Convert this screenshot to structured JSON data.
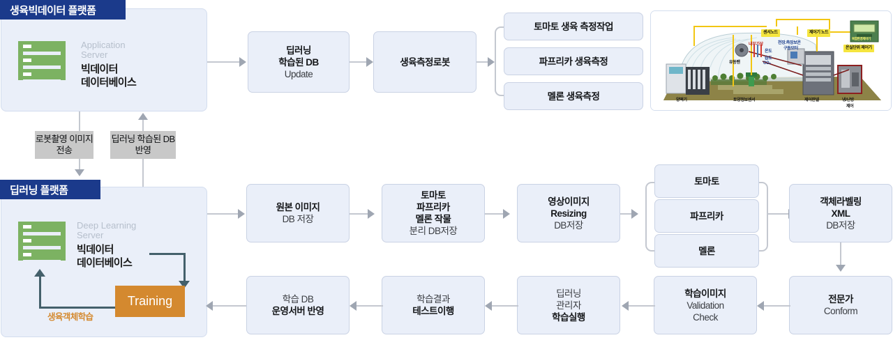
{
  "diagram": {
    "title_hidden": "",
    "platforms": [
      {
        "name": "growth-bigdata-platform",
        "title": "생육빅데이터 플랫폼",
        "server": {
          "sub_line1": "Application",
          "sub_line2": "Server",
          "main_line1": "빅데이터",
          "main_line2": "데이터베이스"
        }
      },
      {
        "name": "deep-learning-platform",
        "title": "딥러닝 플랫폼",
        "server": {
          "sub_line1": "Deep Learning",
          "sub_line2": "Server",
          "main_line1": "빅데이터",
          "main_line2": "데이터베이스"
        },
        "training_label": "Training",
        "training_arrow_label": "생육객체학습"
      }
    ],
    "bridge_chips": [
      {
        "name": "robot-capture-image-transfer",
        "line1": "로봇촬영",
        "line2": "이미지전송"
      },
      {
        "name": "deeplearning-trained-db-apply",
        "line1": "딥러닝 학습된",
        "line2": "DB반영"
      }
    ],
    "top_flow": [
      {
        "name": "deeplearning-trained-db-update",
        "lines": [
          {
            "text": "딥러닝",
            "bold": true
          },
          {
            "text": "학습된 DB",
            "bold": true
          },
          {
            "text": "Update",
            "bold": false
          }
        ]
      },
      {
        "name": "growth-measurement-robot",
        "lines": [
          {
            "text": "생육측정로봇",
            "bold": true
          }
        ]
      }
    ],
    "top_measure_group": [
      {
        "name": "tomato-growth-measure-task",
        "label": "토마토 생육 측정작업"
      },
      {
        "name": "paprika-growth-measure",
        "label": "파프리카 생육측정"
      },
      {
        "name": "melon-growth-measure",
        "label": "멜론 생육측정"
      }
    ],
    "mid_flow": [
      {
        "name": "original-image-db-store",
        "lines": [
          {
            "text": "원본 이미지",
            "bold": true
          },
          {
            "text": "DB 저장",
            "bold": false
          }
        ]
      },
      {
        "name": "crop-split-db-store",
        "lines": [
          {
            "text": "토마토",
            "bold": true
          },
          {
            "text": "파프리카",
            "bold": true
          },
          {
            "text": "멜론 작물",
            "bold": true
          },
          {
            "text": "분리 DB저장",
            "bold": false
          }
        ]
      },
      {
        "name": "image-resizing-db-store",
        "lines": [
          {
            "text": "영상이미지",
            "bold": true
          },
          {
            "text": "Resizing",
            "bold": true
          },
          {
            "text": "DB저장",
            "bold": false
          }
        ]
      }
    ],
    "crop_group": [
      {
        "name": "crop-tomato",
        "label": "토마토"
      },
      {
        "name": "crop-paprika",
        "label": "파프리카"
      },
      {
        "name": "crop-melon",
        "label": "멜론"
      }
    ],
    "labeling_box": {
      "name": "object-labeling-xml-db-store",
      "lines": [
        {
          "text": "객체라벨링",
          "bold": true
        },
        {
          "text": "XML",
          "bold": true
        },
        {
          "text": "DB저장",
          "bold": false
        }
      ]
    },
    "expert_box": {
      "name": "expert-conform",
      "lines": [
        {
          "text": "전문가",
          "bold": true
        },
        {
          "text": "Conform",
          "bold": false
        }
      ]
    },
    "bottom_flow": [
      {
        "name": "training-image-validation-check",
        "lines": [
          {
            "text": "학습이미지",
            "bold": true
          },
          {
            "text": "Validation",
            "bold": false
          },
          {
            "text": "Check",
            "bold": false
          }
        ]
      },
      {
        "name": "deeplearning-manager-train-run",
        "lines": [
          {
            "text": "딥러닝",
            "bold": false
          },
          {
            "text": "관리자",
            "bold": false
          },
          {
            "text": "학습실행",
            "bold": true
          }
        ]
      },
      {
        "name": "training-result-test-run",
        "lines": [
          {
            "text": "학습결과",
            "bold": false
          },
          {
            "text": "테스트이행",
            "bold": true
          }
        ]
      },
      {
        "name": "training-db-apply-operation-server",
        "lines": [
          {
            "text": "학습 DB",
            "bold": false
          },
          {
            "text": "운영서버 반영",
            "bold": true
          }
        ]
      }
    ],
    "greenhouse": {
      "name": "greenhouse-sensor-illustration",
      "tags": [
        {
          "name": "sensor-node-tag",
          "label": "센서노드"
        },
        {
          "name": "controller-node-tag",
          "label": "제어기 노드"
        },
        {
          "name": "greenhouse-unit-controller-tag",
          "label": "온실단위 제어기"
        }
      ],
      "inner_texts": [
        {
          "name": "internal-weather-label",
          "label": "내부기상"
        },
        {
          "name": "ceiling-side-insulation-motor-label-1",
          "label": "천장.측장보온"
        },
        {
          "name": "ceiling-side-insulation-motor-label-2",
          "label": "구동모터"
        },
        {
          "name": "temperature-label",
          "label": "온도"
        },
        {
          "name": "humidity-label",
          "label": "습도"
        },
        {
          "name": "co2-label",
          "label": "CO₂"
        },
        {
          "name": "circulation-fan-label",
          "label": "유동팬"
        }
      ],
      "ground_labels": [
        {
          "name": "nutrient-solution-machine-label",
          "label": "양액기"
        },
        {
          "name": "soil-info-sensor-label",
          "label": "토양정보센서"
        },
        {
          "name": "control-panel-label",
          "label": "제어판넬"
        },
        {
          "name": "cooling-heating-control-label-1",
          "label": "냉/난방"
        },
        {
          "name": "cooling-heating-control-label-2",
          "label": "제어"
        }
      ],
      "device_caption": "복합환경제어기"
    },
    "colors": {
      "panel_bg": "#eaeff9",
      "panel_title_bg": "#1b3a8b",
      "box_bg": "#eaeff9",
      "box_border": "#c9d2e4",
      "chip_bg": "#c8c8c8",
      "training_bg": "#d4892f",
      "server_green": "#7cb262",
      "connector": "#c4c8d0",
      "dl_connector": "#44606b"
    }
  }
}
